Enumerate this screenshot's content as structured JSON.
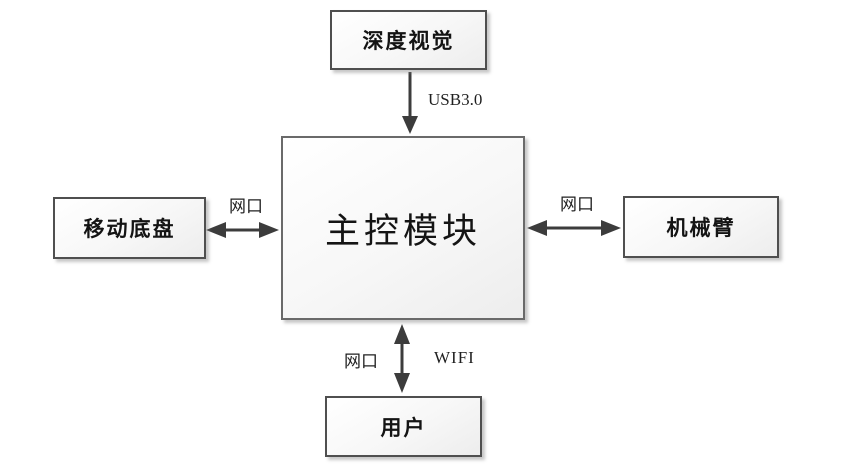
{
  "diagram": {
    "background": "#ffffff",
    "nodes": {
      "depth_vision": {
        "label": "深度视觉"
      },
      "main_control": {
        "label": "主控模块"
      },
      "mobile_chassis": {
        "label": "移动底盘"
      },
      "robotic_arm": {
        "label": "机械臂"
      },
      "user": {
        "label": "用户"
      }
    },
    "edges": {
      "usb": {
        "label": "USB3.0",
        "from": "depth_vision",
        "to": "main_control",
        "direction": "one-way-down"
      },
      "left_network": {
        "label": "网口",
        "from": "mobile_chassis",
        "to": "main_control",
        "direction": "bidirectional"
      },
      "right_network": {
        "label": "网口",
        "from": "main_control",
        "to": "robotic_arm",
        "direction": "bidirectional"
      },
      "bottom_network": {
        "label": "网口",
        "from": "main_control",
        "to": "user",
        "direction": "bidirectional"
      },
      "wifi": {
        "label": "WIFI",
        "from": "main_control",
        "to": "user",
        "direction": "bidirectional"
      }
    },
    "colors": {
      "arrow": "#3c3c3c",
      "node_border": "#4f4f4f",
      "node_fill": "#f3f3f3",
      "text": "#141414"
    }
  }
}
